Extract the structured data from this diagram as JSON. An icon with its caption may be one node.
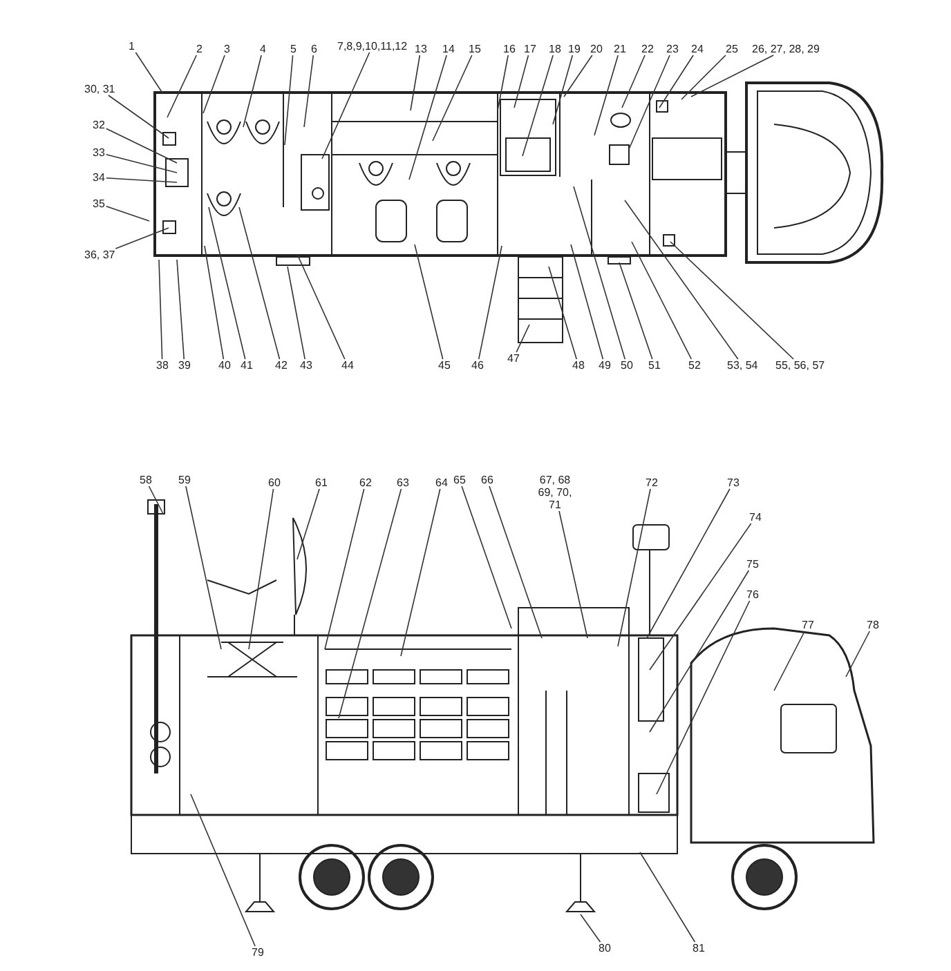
{
  "diagram": {
    "nodes": [
      {
        "text": [
          "1"
        ]
      },
      {
        "text": [
          "2"
        ]
      },
      {
        "text": [
          "3"
        ]
      },
      {
        "text": [
          "4"
        ]
      },
      {
        "text": [
          "5"
        ]
      },
      {
        "text": [
          "6"
        ]
      },
      {
        "text": [
          "7,8,9,10,11,12"
        ]
      },
      {
        "text": [
          "13"
        ]
      },
      {
        "text": [
          "14"
        ]
      },
      {
        "text": [
          "15"
        ]
      },
      {
        "text": [
          "16"
        ]
      },
      {
        "text": [
          "17"
        ]
      },
      {
        "text": [
          "18"
        ]
      },
      {
        "text": [
          "19"
        ]
      },
      {
        "text": [
          "20"
        ]
      },
      {
        "text": [
          "21"
        ]
      },
      {
        "text": [
          "22"
        ]
      },
      {
        "text": [
          "23"
        ]
      },
      {
        "text": [
          "24"
        ]
      },
      {
        "text": [
          "25"
        ]
      },
      {
        "text": [
          "26, 27, 28, 29"
        ]
      },
      {
        "text": [
          "30, 31"
        ]
      },
      {
        "text": [
          "32"
        ]
      },
      {
        "text": [
          "33"
        ]
      },
      {
        "text": [
          "34"
        ]
      },
      {
        "text": [
          "35"
        ]
      },
      {
        "text": [
          "36, 37"
        ]
      },
      {
        "text": [
          "38"
        ]
      },
      {
        "text": [
          "39"
        ]
      },
      {
        "text": [
          "40"
        ]
      },
      {
        "text": [
          "41"
        ]
      },
      {
        "text": [
          "42"
        ]
      },
      {
        "text": [
          "43"
        ]
      },
      {
        "text": [
          "44"
        ]
      },
      {
        "text": [
          "45"
        ]
      },
      {
        "text": [
          "46"
        ]
      },
      {
        "text": [
          "47"
        ]
      },
      {
        "text": [
          "48"
        ]
      },
      {
        "text": [
          "49"
        ]
      },
      {
        "text": [
          "50"
        ]
      },
      {
        "text": [
          "51"
        ]
      },
      {
        "text": [
          "52"
        ]
      },
      {
        "text": [
          "53, 54"
        ]
      },
      {
        "text": [
          "55, 56, 57"
        ]
      },
      {
        "text": [
          "58"
        ]
      },
      {
        "text": [
          "59"
        ]
      },
      {
        "text": [
          "60"
        ]
      },
      {
        "text": [
          "61"
        ]
      },
      {
        "text": [
          "62"
        ]
      },
      {
        "text": [
          "63"
        ]
      },
      {
        "text": [
          "64"
        ]
      },
      {
        "text": [
          "65"
        ]
      },
      {
        "text": [
          "66"
        ]
      },
      {
        "text": [
          "67, 68 69, 70, 71"
        ]
      },
      {
        "text": [
          "72"
        ]
      },
      {
        "text": [
          "73"
        ]
      },
      {
        "text": [
          "74"
        ]
      },
      {
        "text": [
          "75"
        ]
      },
      {
        "text": [
          "76"
        ]
      },
      {
        "text": [
          "77"
        ]
      },
      {
        "text": [
          "78"
        ]
      },
      {
        "text": [
          "79"
        ]
      },
      {
        "text": [
          "80"
        ]
      },
      {
        "text": [
          "81"
        ]
      }
    ],
    "edges": [
      {
        "from": 0,
        "to": null,
        "arrow": "none"
      },
      {
        "from": 1,
        "to": null,
        "arrow": "none"
      },
      {
        "from": 2,
        "to": null,
        "arrow": "none"
      },
      {
        "from": 3,
        "to": null,
        "arrow": "none"
      },
      {
        "from": 4,
        "to": null,
        "arrow": "none"
      },
      {
        "from": 5,
        "to": null,
        "arrow": "none"
      },
      {
        "from": 6,
        "to": null,
        "arrow": "none"
      },
      {
        "from": 7,
        "to": null,
        "arrow": "none"
      },
      {
        "from": 8,
        "to": null,
        "arrow": "none"
      },
      {
        "from": 9,
        "to": null,
        "arrow": "none"
      },
      {
        "from": 10,
        "to": null,
        "arrow": "none"
      },
      {
        "from": 11,
        "to": null,
        "arrow": "none"
      },
      {
        "from": 12,
        "to": null,
        "arrow": "none"
      },
      {
        "from": 13,
        "to": null,
        "arrow": "none"
      },
      {
        "from": 14,
        "to": null,
        "arrow": "none"
      },
      {
        "from": 15,
        "to": null,
        "arrow": "none"
      },
      {
        "from": 16,
        "to": null,
        "arrow": "none"
      },
      {
        "from": 17,
        "to": null,
        "arrow": "none"
      },
      {
        "from": 18,
        "to": null,
        "arrow": "none"
      },
      {
        "from": 19,
        "to": null,
        "arrow": "none"
      },
      {
        "from": 20,
        "to": null,
        "arrow": "none"
      },
      {
        "from": 21,
        "to": null,
        "arrow": "none"
      },
      {
        "from": 22,
        "to": null,
        "arrow": "none"
      },
      {
        "from": 23,
        "to": null,
        "arrow": "none"
      },
      {
        "from": 24,
        "to": null,
        "arrow": "none"
      },
      {
        "from": 25,
        "to": null,
        "arrow": "none"
      },
      {
        "from": 26,
        "to": null,
        "arrow": "none"
      },
      {
        "from": 27,
        "to": null,
        "arrow": "none"
      },
      {
        "from": 28,
        "to": null,
        "arrow": "none"
      },
      {
        "from": 29,
        "to": null,
        "arrow": "none"
      },
      {
        "from": 30,
        "to": null,
        "arrow": "none"
      },
      {
        "from": 31,
        "to": null,
        "arrow": "none"
      },
      {
        "from": 32,
        "to": null,
        "arrow": "none"
      },
      {
        "from": 33,
        "to": null,
        "arrow": "none"
      },
      {
        "from": 34,
        "to": null,
        "arrow": "none"
      },
      {
        "from": 35,
        "to": null,
        "arrow": "none"
      },
      {
        "from": 36,
        "to": null,
        "arrow": "none"
      },
      {
        "from": 37,
        "to": null,
        "arrow": "none"
      },
      {
        "from": 38,
        "to": null,
        "arrow": "none"
      },
      {
        "from": 39,
        "to": null,
        "arrow": "none"
      },
      {
        "from": 40,
        "to": null,
        "arrow": "none"
      },
      {
        "from": 41,
        "to": null,
        "arrow": "none"
      },
      {
        "from": 42,
        "to": null,
        "arrow": "none"
      },
      {
        "from": 43,
        "to": null,
        "arrow": "none"
      },
      {
        "from": 44,
        "to": null,
        "arrow": "none"
      },
      {
        "from": 45,
        "to": null,
        "arrow": "none"
      },
      {
        "from": 46,
        "to": null,
        "arrow": "none"
      },
      {
        "from": 47,
        "to": null,
        "arrow": "none"
      },
      {
        "from": 48,
        "to": null,
        "arrow": "none"
      },
      {
        "from": 49,
        "to": null,
        "arrow": "none"
      },
      {
        "from": 50,
        "to": null,
        "arrow": "none"
      },
      {
        "from": 51,
        "to": null,
        "arrow": "none"
      },
      {
        "from": 52,
        "to": null,
        "arrow": "none"
      },
      {
        "from": 53,
        "to": null,
        "arrow": "none"
      },
      {
        "from": 54,
        "to": null,
        "arrow": "none"
      },
      {
        "from": 55,
        "to": null,
        "arrow": "none"
      },
      {
        "from": 56,
        "to": null,
        "arrow": "none"
      },
      {
        "from": 57,
        "to": null,
        "arrow": "none"
      },
      {
        "from": 58,
        "to": null,
        "arrow": "none"
      },
      {
        "from": 59,
        "to": null,
        "arrow": "none"
      },
      {
        "from": 60,
        "to": null,
        "arrow": "none"
      },
      {
        "from": 61,
        "to": null,
        "arrow": "none"
      },
      {
        "from": 62,
        "to": null,
        "arrow": "none"
      },
      {
        "from": 63,
        "to": null,
        "arrow": "none"
      }
    ]
  }
}
